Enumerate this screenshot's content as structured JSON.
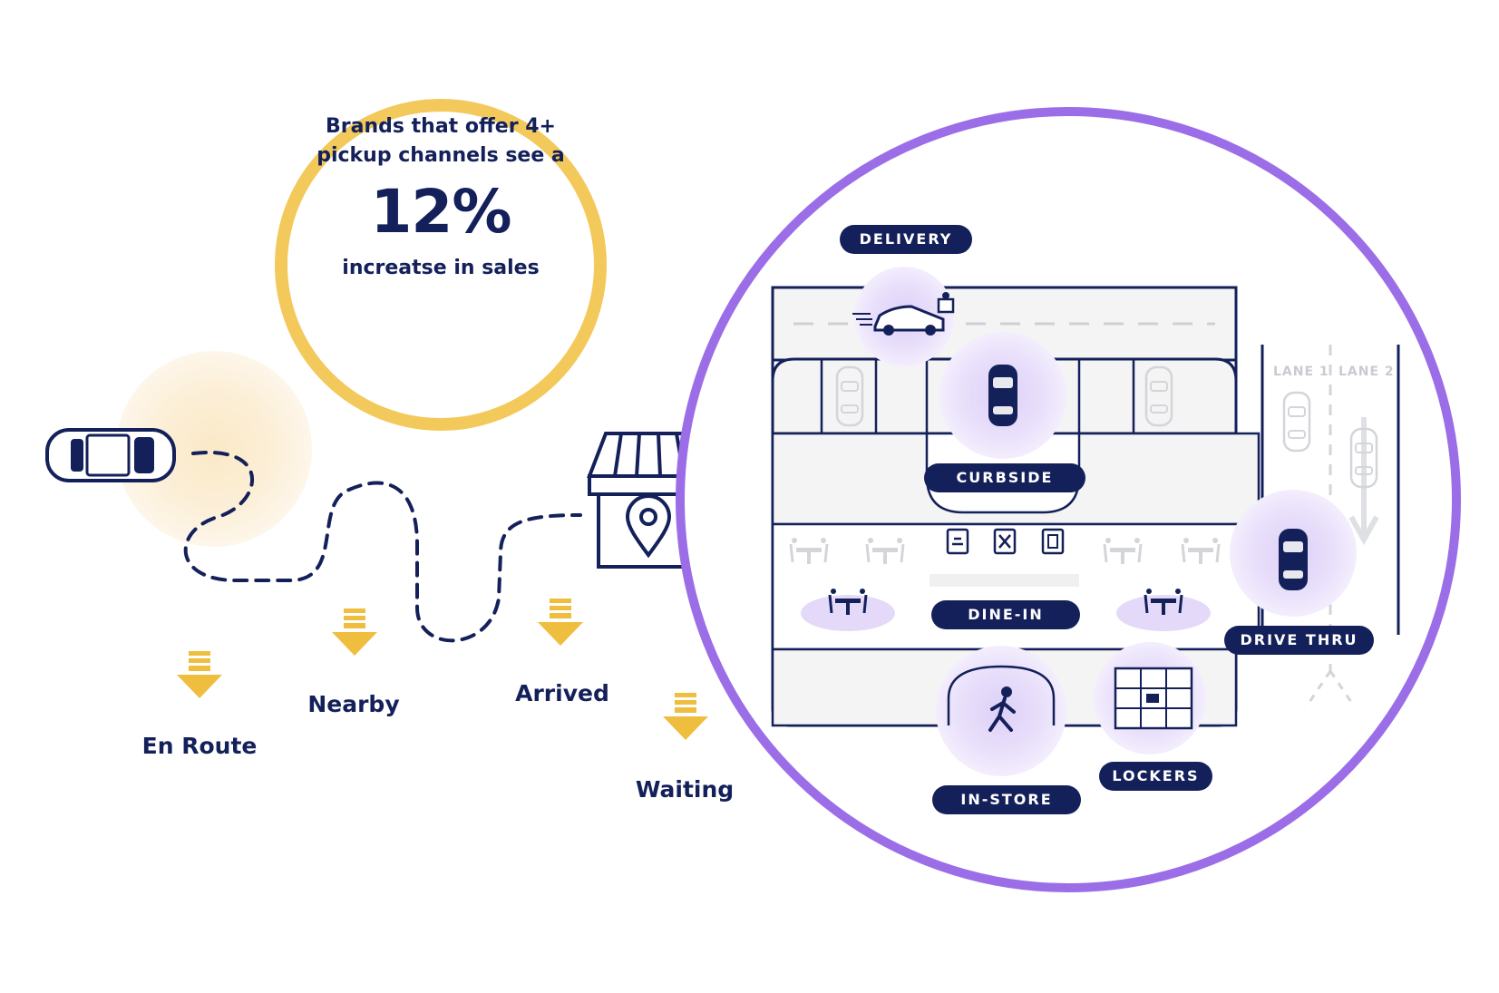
{
  "stat": {
    "line1": "Brands that offer 4+",
    "line2": "pickup channels see a",
    "value": "12%",
    "line3": "increatse in sales"
  },
  "journey": {
    "stages": [
      "En Route",
      "Nearby",
      "Arrived",
      "Waiting"
    ]
  },
  "channels": {
    "delivery": "DELIVERY",
    "curbside": "CURBSIDE",
    "dine_in": "DINE-IN",
    "drive_thru": "DRIVE THRU",
    "in_store": "IN-STORE",
    "lockers": "LOCKERS",
    "lane1": "LANE 1",
    "lane2": "LANE 2"
  },
  "colors": {
    "navy": "#14205a",
    "gold": "#f2c95a",
    "purple": "#9b6ee8",
    "lavender": "#e6dcfa",
    "light_gray": "#f2f2f2"
  }
}
